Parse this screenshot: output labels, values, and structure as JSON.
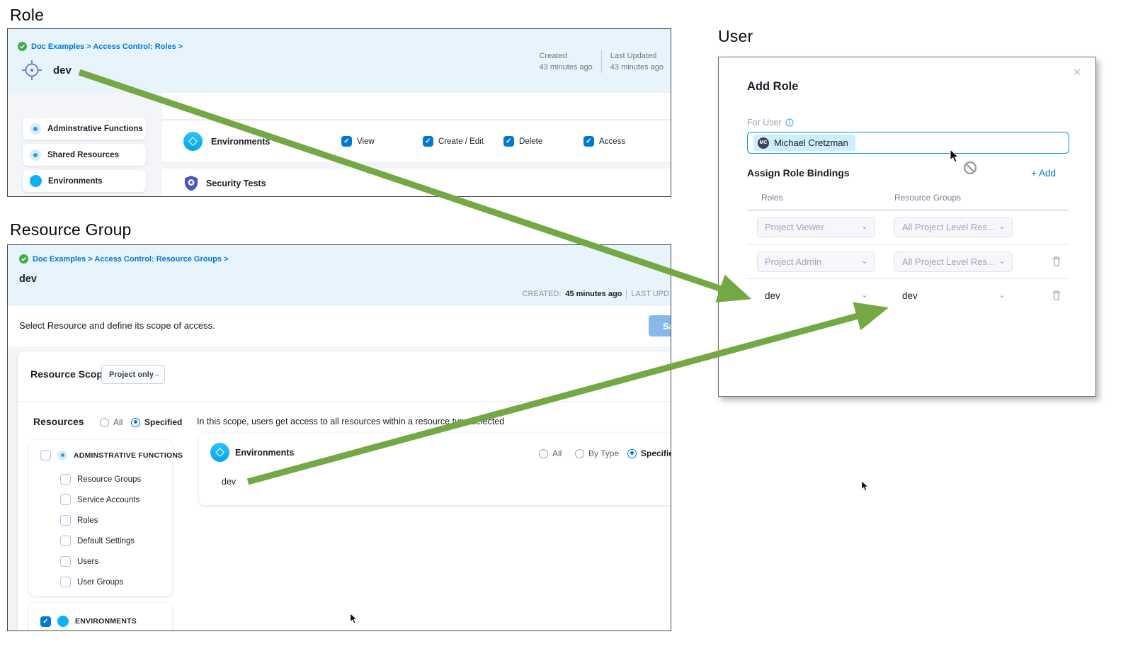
{
  "icons": {
    "check": "✓",
    "chevron": "⌄",
    "close": "×"
  },
  "colors": {
    "accent_blue": "#0278d5",
    "arrow_green": "#73a844",
    "header_blue": "#e7f4fb",
    "input_focus_blue": "#0096e0"
  },
  "role_section": {
    "heading": "Role",
    "breadcrumb": "Doc Examples > Access Control: Roles >",
    "title": "dev",
    "created_label": "Created",
    "created_value": "43 minutes ago",
    "updated_label": "Last Updated",
    "updated_value": "43 minutes ago",
    "sidebar": [
      "Adminstrative Functions",
      "Shared Resources",
      "Environments"
    ],
    "env_row_label": "Environments",
    "permissions": [
      {
        "label": "View",
        "checked": true
      },
      {
        "label": "Create / Edit",
        "checked": true
      },
      {
        "label": "Delete",
        "checked": true
      },
      {
        "label": "Access",
        "checked": true
      }
    ],
    "security_row_label": "Security Tests"
  },
  "resource_group_section": {
    "heading": "Resource Group",
    "breadcrumb": "Doc Examples > Access Control: Resource Groups >",
    "title": "dev",
    "created_label": "CREATED:",
    "created_value": "45 minutes ago",
    "updated_label": "LAST UPD",
    "subtitle": "Select Resource and define its scope of access.",
    "save_button": "Save",
    "resource_scope_label": "Resource Scope",
    "resource_scope_value": "Project only",
    "resources_label": "Resources",
    "radio_all": "All",
    "radio_specified": "Specified",
    "admin_group_label": "ADMINSTRATIVE FUNCTIONS",
    "admin_items": [
      "Resource Groups",
      "Service Accounts",
      "Roles",
      "Default Settings",
      "Users",
      "User Groups"
    ],
    "env_group_label": "ENVIRONMENTS",
    "scope_note": "In this scope, users get access to all resources within a resource type selected",
    "env_card_label": "Environments",
    "env_radio_all": "All",
    "env_radio_by_type": "By Type",
    "env_radio_specified": "Specified",
    "env_item": "dev"
  },
  "user_section": {
    "heading": "User",
    "modal_title": "Add Role",
    "for_user_label": "For User",
    "user_initials": "MC",
    "user_name": "Michael Cretzman",
    "assign_label": "Assign Role Bindings",
    "add_button": "+ Add",
    "col_roles": "Roles",
    "col_groups": "Resource Groups",
    "rows": [
      {
        "role": "Project Viewer",
        "group": "All Project Level Res..."
      },
      {
        "role": "Project Admin",
        "group": "All Project Level Res..."
      },
      {
        "role": "dev",
        "group": "dev"
      }
    ]
  }
}
